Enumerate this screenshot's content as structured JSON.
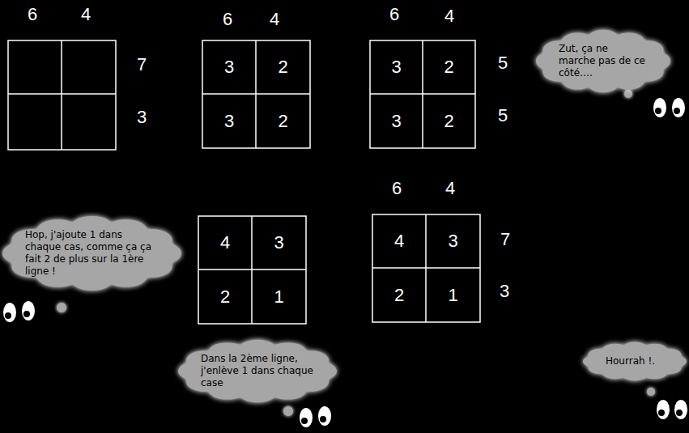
{
  "diagram": {
    "nodes": [
      {
        "text": [
          "3"
        ]
      },
      {
        "text": [
          "2"
        ]
      },
      {
        "text": [
          "3"
        ]
      },
      {
        "text": [
          "2"
        ]
      },
      {
        "text": [
          "3"
        ]
      },
      {
        "text": [
          "2"
        ]
      },
      {
        "text": [
          "3"
        ]
      },
      {
        "text": [
          "2"
        ]
      },
      {
        "text": [
          "Zut, ça ne marche pas de ce côté…."
        ]
      },
      {
        "text": [
          "Hop, j'ajoute 1 dans chaque cas, comme ça ça fait 2 de plus sur la 1ère ligne !"
        ]
      },
      {
        "text": [
          "4"
        ]
      },
      {
        "text": [
          "3"
        ]
      },
      {
        "text": [
          "2"
        ]
      },
      {
        "text": [
          "1"
        ]
      },
      {
        "text": [
          "4"
        ]
      },
      {
        "text": [
          "3"
        ]
      },
      {
        "text": [
          "2"
        ]
      },
      {
        "text": [
          "1"
        ]
      },
      {
        "text": [
          "Dans la 2ème ligne, j'enlève 1 dans chaque case"
        ]
      },
      {
        "text": [
          "Hourrah !."
        ]
      }
    ],
    "labels": [
      "6",
      "4",
      "7",
      "3",
      "6",
      "4",
      "6",
      "4",
      "5",
      "5",
      "6",
      "4",
      "7",
      "3"
    ]
  }
}
